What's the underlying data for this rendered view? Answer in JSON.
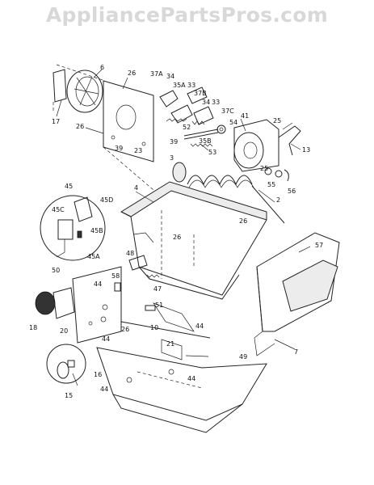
{
  "watermark": "AppliancePartsPros.com",
  "labels": {
    "l6": "6",
    "l26a": "26",
    "l37A": "37A",
    "l34a": "34",
    "l35A": "35A",
    "l33a": "33",
    "l37B": "37B",
    "l34b": "34",
    "l33b": "33",
    "l37C": "37C",
    "l41": "41",
    "l17": "17",
    "l26b": "26",
    "l52": "52",
    "l54": "54",
    "l25a": "25",
    "l13": "13",
    "l39a": "39",
    "l39b": "39",
    "l23": "23",
    "l35B": "35B",
    "l53": "53",
    "l3": "3",
    "l25b": "25",
    "l55": "55",
    "l56": "56",
    "l4": "4",
    "l2": "2",
    "l45": "45",
    "l45D": "45D",
    "l45C": "45C",
    "l26c": "26",
    "l45B": "45B",
    "l26d": "26",
    "l57": "57",
    "l45A": "45A",
    "l50": "50",
    "l48": "48",
    "l44a": "44",
    "l58": "58",
    "l47": "47",
    "l51": "51",
    "l18": "18",
    "l20": "20",
    "l26e": "26",
    "l10": "10",
    "l44b": "44",
    "l44c": "44",
    "l21": "21",
    "l49": "49",
    "l7": "7",
    "l16": "16",
    "l44d": "44",
    "l44e": "44",
    "l15": "15"
  }
}
